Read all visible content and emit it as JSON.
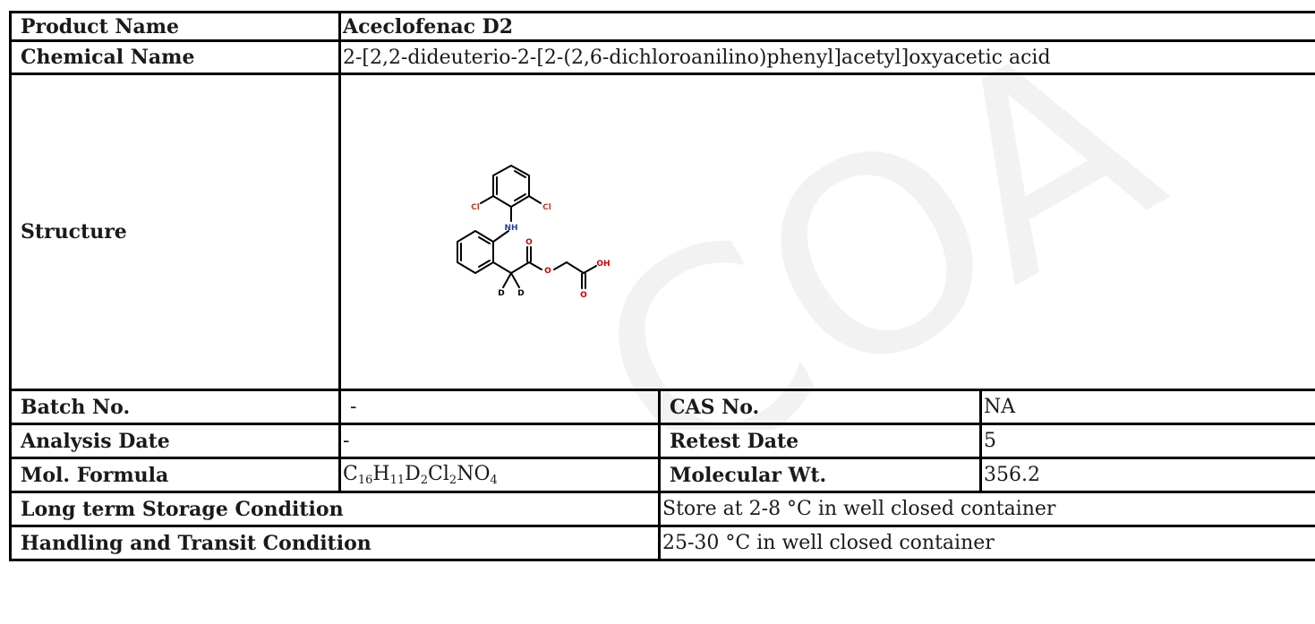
{
  "rows": {
    "product_name": {
      "label": "Product Name",
      "value": "Aceclofenac D2"
    },
    "chemical_name": {
      "label": "Chemical Name",
      "value": "2-[2,2-dideuterio-2-[2-(2,6-dichloroanilino)phenyl]acetyl]oxyacetic acid"
    },
    "structure": {
      "label": "Structure"
    },
    "batch": {
      "label": "Batch No.",
      "value": "-"
    },
    "cas": {
      "label": "CAS No.",
      "value": "NA"
    },
    "analysis_date": {
      "label": "Analysis Date",
      "value": "-"
    },
    "retest_date": {
      "label": "Retest Date",
      "value": "5"
    },
    "mol_formula": {
      "label": "Mol. Formula",
      "parts": [
        "C",
        "16",
        "H",
        "11",
        "D",
        "2",
        "Cl",
        "2",
        "NO",
        "4"
      ]
    },
    "mol_weight": {
      "label": "Molecular Wt.",
      "value": "356.2"
    },
    "long_term": {
      "label": "Long term Storage Condition",
      "value": "Store at 2-8 °C in well closed container"
    },
    "handling": {
      "label": "Handling and Transit Condition",
      "value": "25-30 °C in well closed container"
    }
  },
  "structure_atoms": {
    "cl_left": "Cl",
    "cl_right": "Cl",
    "nh": "NH",
    "o_ester_carbonyl": "O",
    "o_ester": "O",
    "oh": "OH",
    "o_acid": "O",
    "d1": "D",
    "d2": "D"
  },
  "watermark": "COA",
  "colors": {
    "border": "#000000",
    "text": "#1a1a1a",
    "chlorine": "#c0392b",
    "nitrogen": "#2c3e9c",
    "oxygen": "#cc0000",
    "watermark": "#f2f2f2"
  }
}
